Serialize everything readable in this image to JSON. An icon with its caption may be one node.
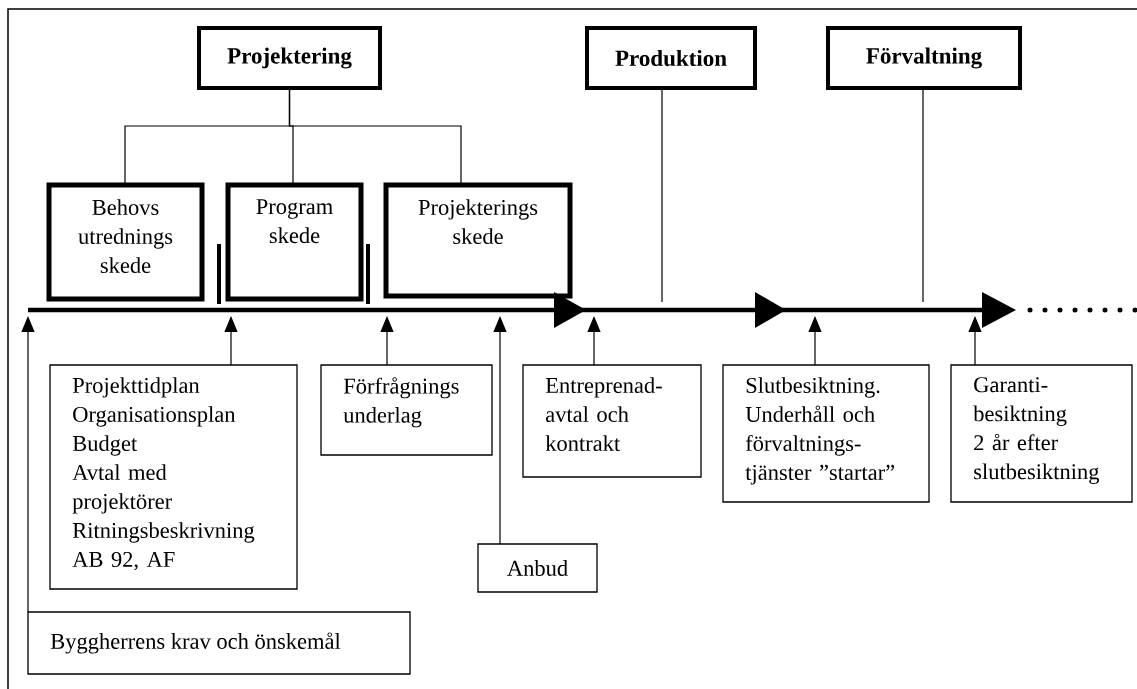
{
  "diagram": {
    "nodes": [
      {
        "text": [
          "Projektering"
        ]
      },
      {
        "text": [
          "Produktion"
        ]
      },
      {
        "text": [
          "Förvaltning"
        ]
      },
      {
        "text": [
          "Behovs utrednings skede"
        ]
      },
      {
        "text": [
          "Program skede"
        ]
      },
      {
        "text": [
          "Projekterings skede"
        ]
      },
      {
        "text": [
          "Projekttidplan",
          "Organisationsplan",
          "Budget",
          "Avtal med projektörer",
          "Ritningsbeskrivning",
          "AB 92, AF"
        ]
      },
      {
        "text": [
          "Förfrågnings underlag"
        ]
      },
      {
        "text": [
          "Entreprenad- avtal och kontrakt"
        ]
      },
      {
        "text": [
          "Slutbesiktning. Underhåll och förvaltnings- tjänster ”startar”"
        ]
      },
      {
        "text": [
          "Garanti- besiktning 2 år efter slutbesiktning"
        ]
      },
      {
        "text": [
          "Anbud"
        ]
      },
      {
        "text": [
          "Byggherrens krav och önskemål"
        ]
      }
    ],
    "edges": [
      {
        "from": 0,
        "to": 3,
        "arrow": "none"
      },
      {
        "from": 0,
        "to": 4,
        "arrow": "none"
      },
      {
        "from": 0,
        "to": 5,
        "arrow": "none"
      },
      {
        "from": 1,
        "to": null,
        "arrow": "none"
      },
      {
        "from": 2,
        "to": null,
        "arrow": "none"
      },
      {
        "from": 12,
        "to": null,
        "arrow": "to"
      },
      {
        "from": 6,
        "to": null,
        "arrow": "to"
      },
      {
        "from": 7,
        "to": null,
        "arrow": "to"
      },
      {
        "from": 11,
        "to": null,
        "arrow": "to"
      },
      {
        "from": 8,
        "to": null,
        "arrow": "to"
      },
      {
        "from": 9,
        "to": null,
        "arrow": "to"
      },
      {
        "from": 10,
        "to": null,
        "arrow": "to"
      }
    ]
  }
}
